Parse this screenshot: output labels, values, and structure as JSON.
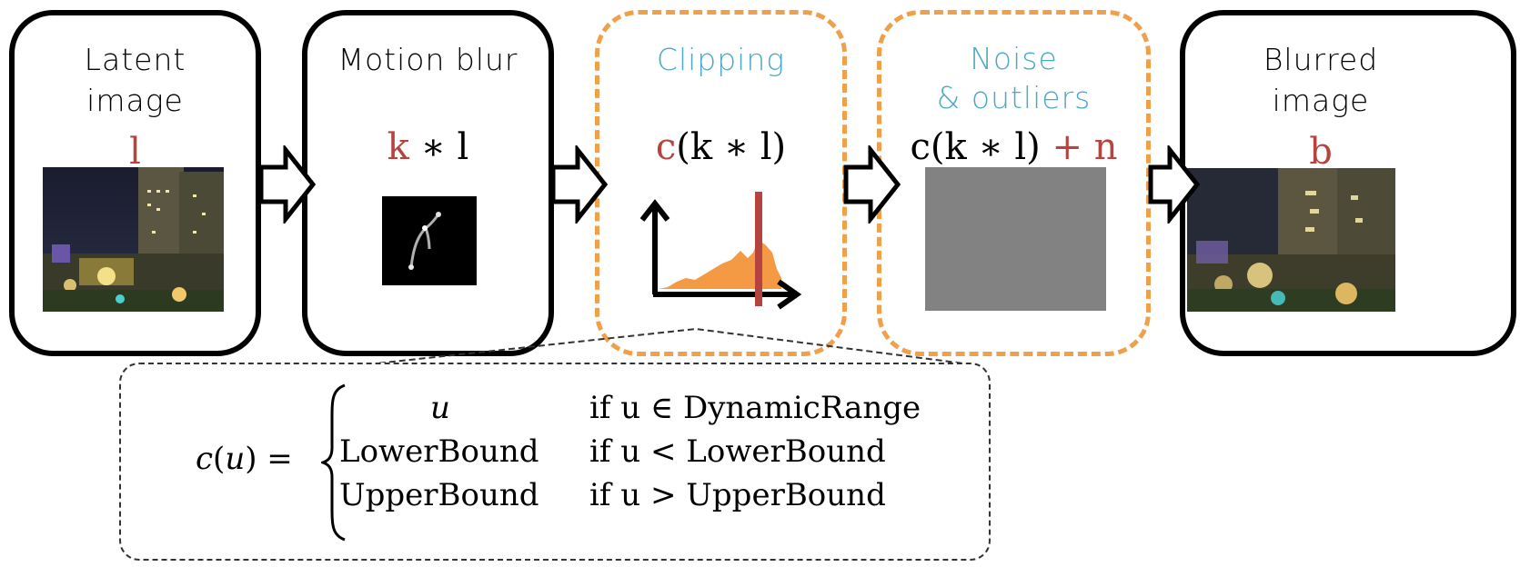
{
  "stages": [
    {
      "title_line1": "Latent",
      "title_line2": "image",
      "formula_black": "",
      "formula_red": "l"
    },
    {
      "title_line1": "Motion blur",
      "formula_red": "k",
      "formula_black": " ∗ l"
    },
    {
      "title_line1": "Clipping",
      "formula_red": "c",
      "formula_black": "(k ∗ l)"
    },
    {
      "title_line1": "Noise",
      "title_line2": "& outliers",
      "formula_black": "c(k ∗ l)",
      "formula_red": " + n"
    },
    {
      "title_line1": "Blurred",
      "title_line2": "image",
      "formula_red": "b"
    }
  ],
  "equation": {
    "lhs": "c(u) =",
    "cases": [
      {
        "value": "u",
        "condition": "if u ∈ DynamicRange"
      },
      {
        "value": "LowerBound",
        "condition": "if u < LowerBound"
      },
      {
        "value": "UpperBound",
        "condition": "if u > UpperBound"
      }
    ]
  },
  "colors": {
    "accent_red": "#b54440",
    "dashed_orange": "#f0a04a",
    "teal": "#4aa9c6",
    "histogram": "#f49a44"
  }
}
